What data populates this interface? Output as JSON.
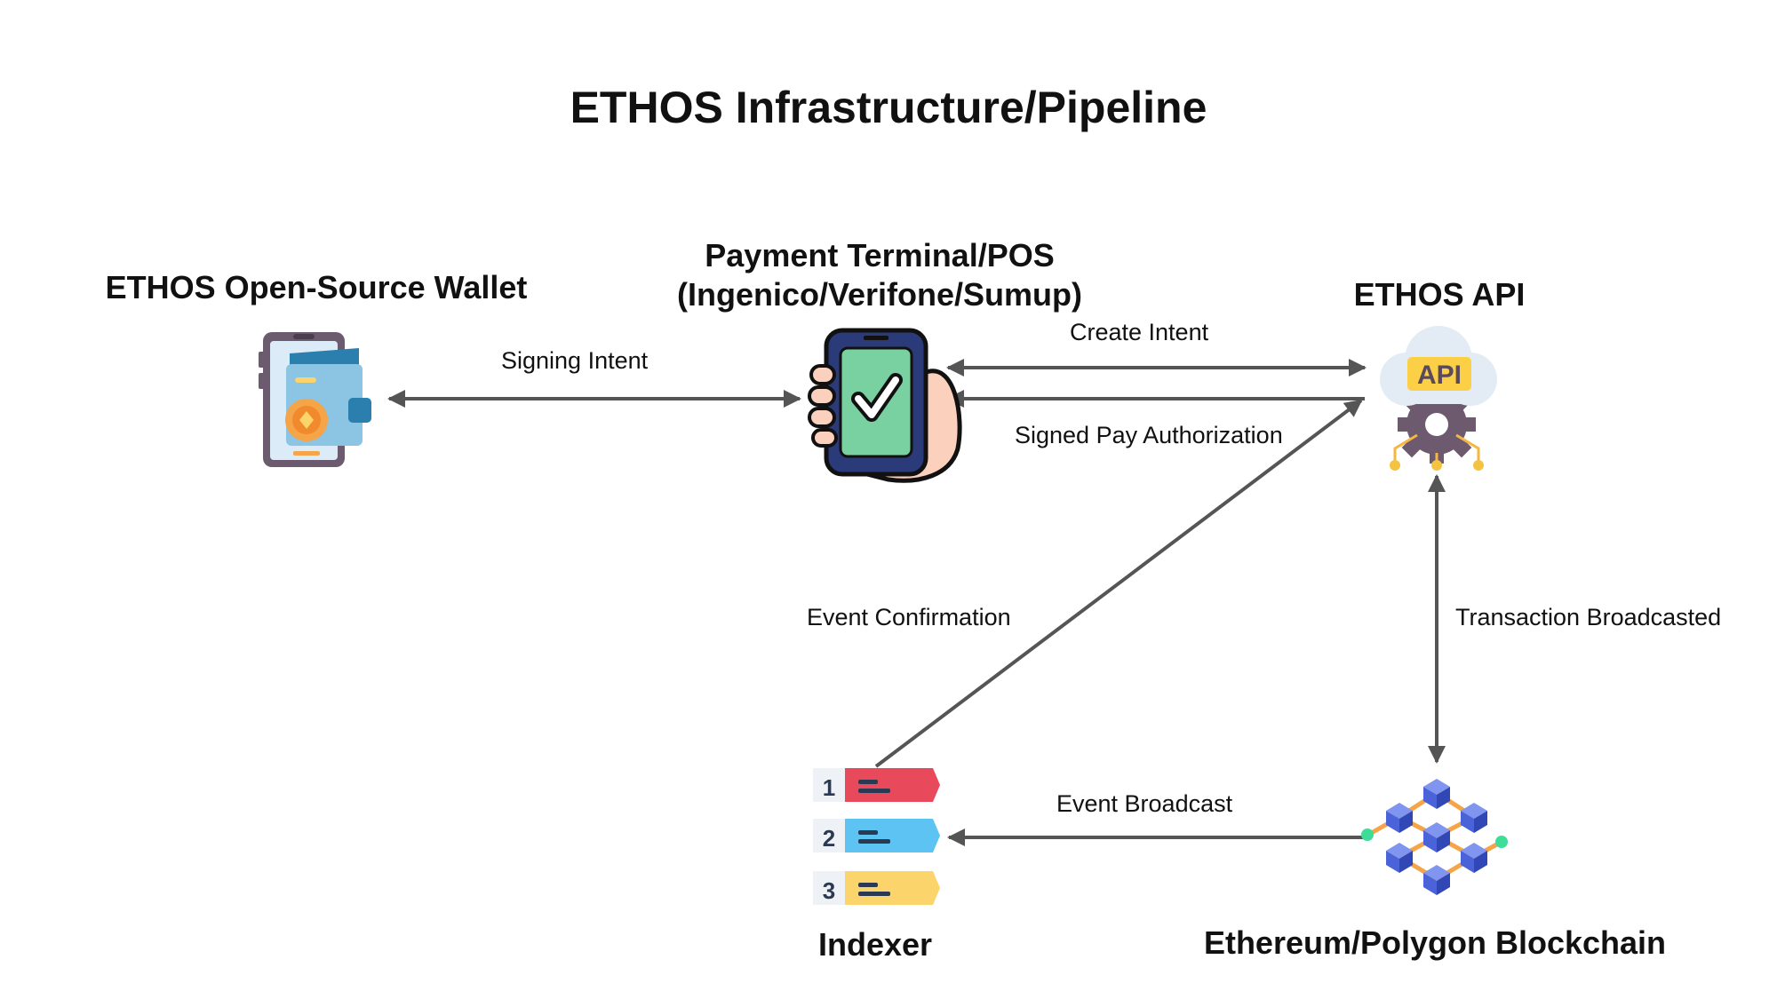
{
  "title": "ETHOS Infrastructure/Pipeline",
  "nodes": {
    "wallet": {
      "label": "ETHOS Open-Source Wallet",
      "icon": "wallet-phone-icon"
    },
    "pos": {
      "label_line1": "Payment Terminal/POS",
      "label_line2": "(Ingenico/Verifone/Sumup)",
      "icon": "pos-terminal-icon"
    },
    "api": {
      "label": "ETHOS API",
      "icon": "api-cloud-gear-icon",
      "icon_text": "API"
    },
    "indexer": {
      "label": "Indexer",
      "icon": "numbered-list-icon",
      "items": [
        "1",
        "2",
        "3"
      ]
    },
    "blockchain": {
      "label": "Ethereum/Polygon Blockchain",
      "icon": "blockchain-cubes-icon"
    }
  },
  "edges": {
    "signing_intent": "Signing Intent",
    "create_intent": "Create Intent",
    "signed_pay_authorization": "Signed Pay Authorization",
    "event_confirmation": "Event Confirmation",
    "transaction_broadcasted": "Transaction Broadcasted",
    "event_broadcast": "Event Broadcast"
  },
  "colors": {
    "arrow": "#555555",
    "indexer_1": "#e94a5b",
    "indexer_2": "#5cc3f2",
    "indexer_3": "#fbd46b",
    "pos_screen": "#79d0a0",
    "cube": "#4b63d8",
    "api_badge": "#fbd046"
  }
}
